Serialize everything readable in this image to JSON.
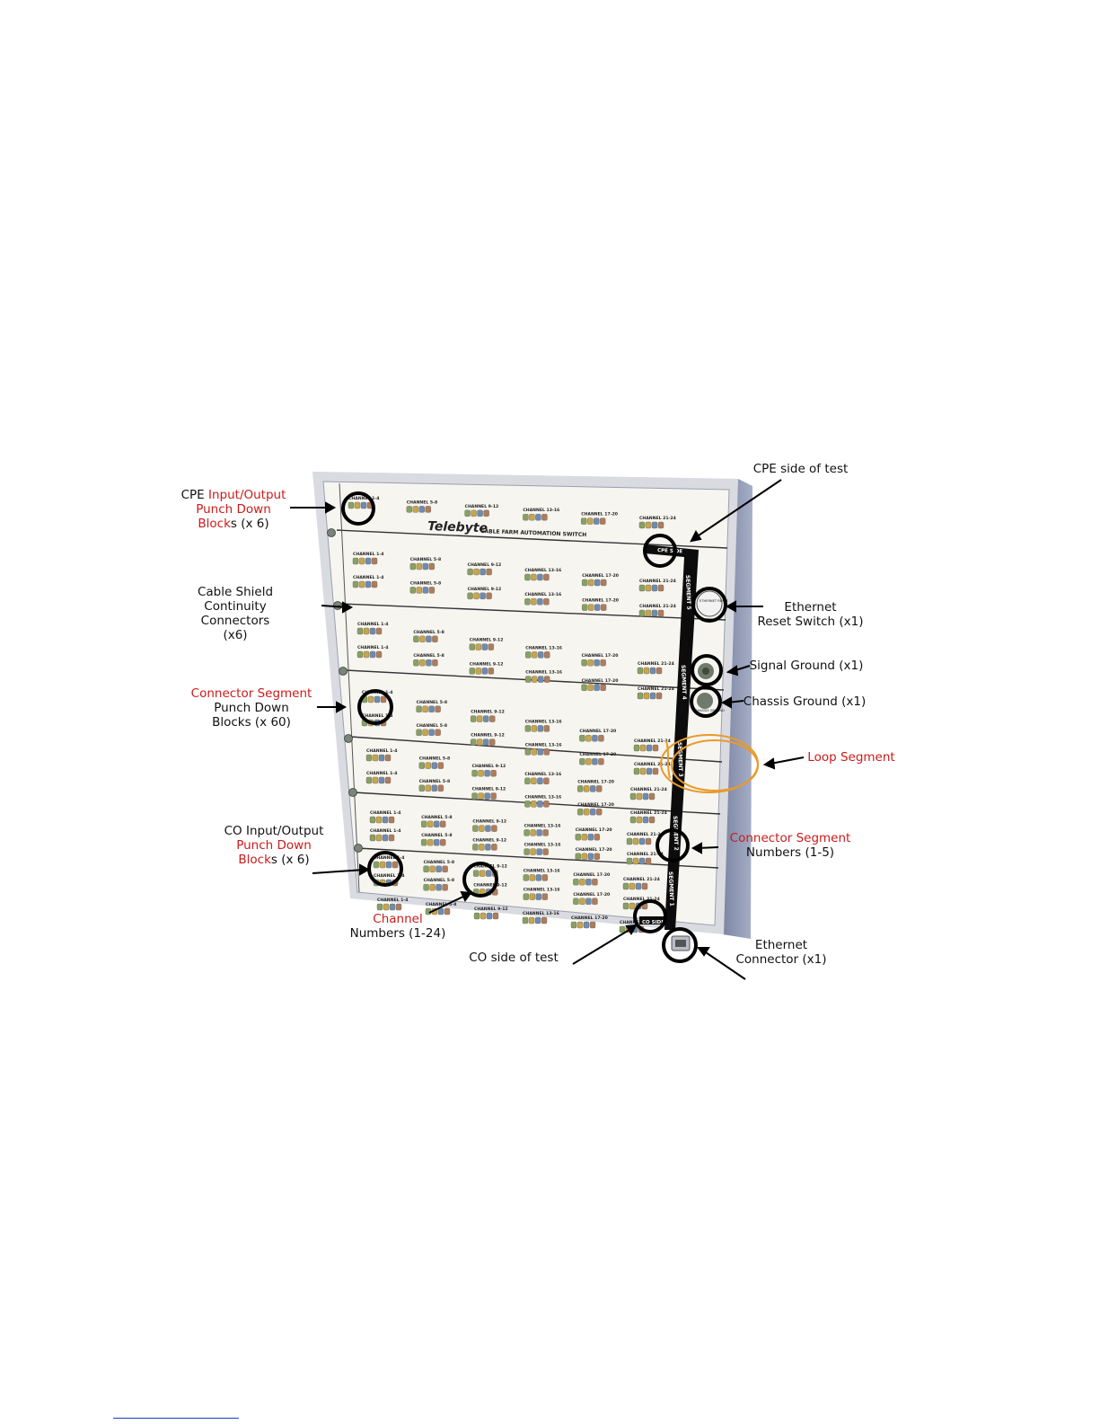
{
  "device": {
    "brand": "Telebyte",
    "product": "CABLE FARM AUTOMATION SWITCH",
    "channel_groups": [
      "CHANNEL 1-4",
      "CHANNEL 5-8",
      "CHANNEL 9-12",
      "CHANNEL 13-16",
      "CHANNEL 17-20",
      "CHANNEL 21-24"
    ],
    "strip_labels": {
      "cpe_side": "CPE SIDE",
      "segment_5": "SEGMENT 5",
      "segment_4": "SEGMENT 4",
      "segment_3": "SEGMENT 3",
      "segment_2": "SEGMENT 2",
      "segment_1": "SEGMENT 1",
      "co_side": "CO SIDE"
    },
    "ethernet_reset": "ETHERNET RESET",
    "chassis_ground": "CHASSIS GROUND"
  },
  "callouts": {
    "cpe_io": {
      "a": "CPE ",
      "b": "Input/Output",
      "c": "Punch Down",
      "d": "Block",
      "e": "s (x 6)"
    },
    "shield": {
      "l1": "Cable Shield",
      "l2": "Continuity",
      "l3": "Connectors",
      "l4": "(x6)"
    },
    "conn_seg_pd": {
      "l1": "Connector Segment",
      "l2": "Punch Down",
      "l3": "Blocks (x 60)"
    },
    "co_io": {
      "a": "CO Input/Output",
      "b": "Punch Down",
      "c": "Block",
      "d": "s (x 6)"
    },
    "channel_numbers": {
      "l1": "Channel",
      "l2": "Numbers (1-24)"
    },
    "co_side_test": "CO side of test",
    "cpe_side_test": "CPE side of test",
    "eth_reset": {
      "l1": "Ethernet",
      "l2": "Reset Switch (x1)"
    },
    "signal_ground": "Signal Ground (x1)",
    "chassis_ground": "Chassis Ground (x1)",
    "loop_segment": "Loop Segment",
    "conn_seg_numbers": {
      "l1": "Connector Segment",
      "l2": "Numbers (1-5)"
    },
    "eth_connector": {
      "l1": "Ethernet",
      "l2": "Connector (x1)"
    }
  },
  "colors": {
    "highlight": "#cc1b1b",
    "loop": "#e89a2a",
    "panel": "#f6f5f0",
    "side": "#8a93ad",
    "footer_rule": "#1a3cc8"
  }
}
